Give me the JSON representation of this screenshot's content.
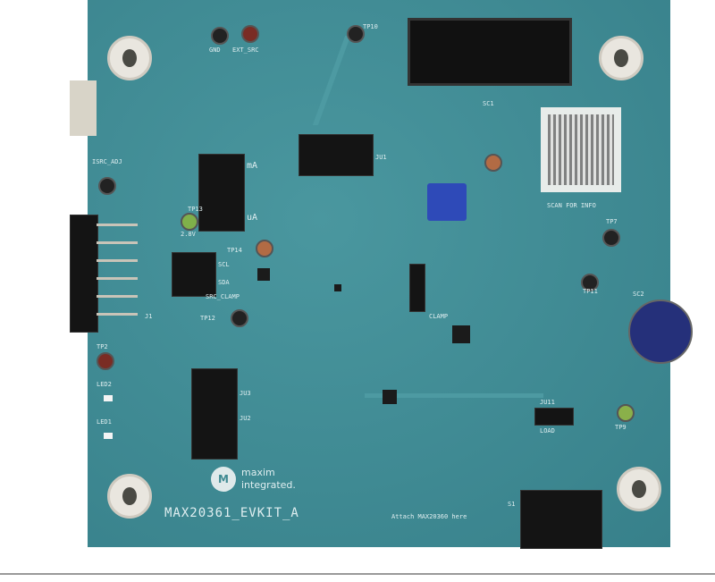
{
  "board": {
    "title": "MAX20361_EVKIT_A",
    "attach_note": "Attach MAX20360 here",
    "qr_caption": "SCAN FOR INFO",
    "logo_line1": "maxim",
    "logo_line2": "integrated.",
    "labels": {
      "sc1": "SC1",
      "sc2": "SC2",
      "ju1": "JU1",
      "ju2": "JU2",
      "ju3": "JU3",
      "ju11": "JU11",
      "ma": "mA",
      "ua": "uA",
      "scl": "SCL",
      "sda": "SDA",
      "gnd": "GND",
      "ext_src": "EXT_SRC",
      "src_clamp": "SRC_CLAMP",
      "clamp": "CLAMP",
      "led1": "LED1",
      "led2": "LED2",
      "s1": "S1",
      "j1": "J1",
      "tp2": "TP2",
      "tp7": "TP7",
      "tp9": "TP9",
      "tp10": "TP10",
      "tp11": "TP11",
      "tp12": "TP12",
      "tp13": "TP13",
      "tp14": "TP14",
      "isrc_adj": "ISRC_ADJ",
      "v28": "2.8V",
      "load": "LOAD"
    }
  }
}
